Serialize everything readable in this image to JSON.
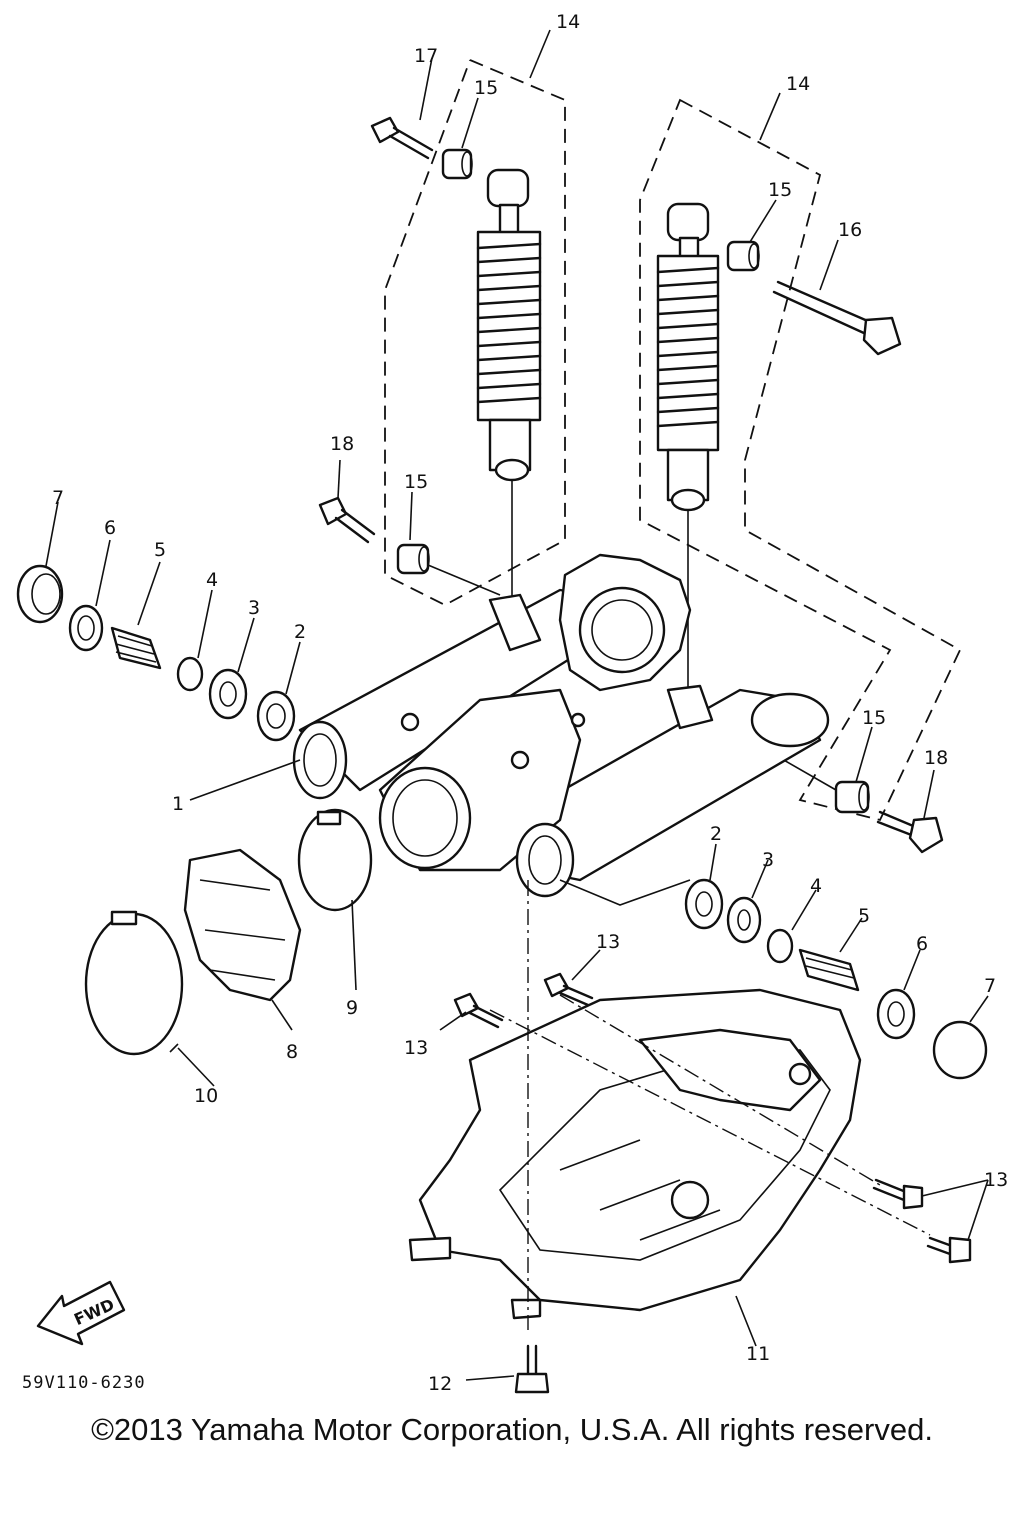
{
  "callouts": {
    "c1": "1",
    "c2a": "2",
    "c2b": "2",
    "c3a": "3",
    "c3b": "3",
    "c4a": "4",
    "c4b": "4",
    "c5a": "5",
    "c5b": "5",
    "c6a": "6",
    "c6b": "6",
    "c7a": "7",
    "c7b": "7",
    "c8": "8",
    "c9": "9",
    "c10": "10",
    "c11": "11",
    "c12": "12",
    "c13a": "13",
    "c13b": "13",
    "c13c": "13",
    "c14a": "14",
    "c14b": "14",
    "c15a": "15",
    "c15b": "15",
    "c15c": "15",
    "c15d": "15",
    "c16": "16",
    "c17": "17",
    "c18a": "18",
    "c18b": "18"
  },
  "fwd_label": "FWD",
  "part_code": "59V110-6230",
  "copyright": "©2013 Yamaha Motor Corporation, U.S.A. All rights reserved."
}
